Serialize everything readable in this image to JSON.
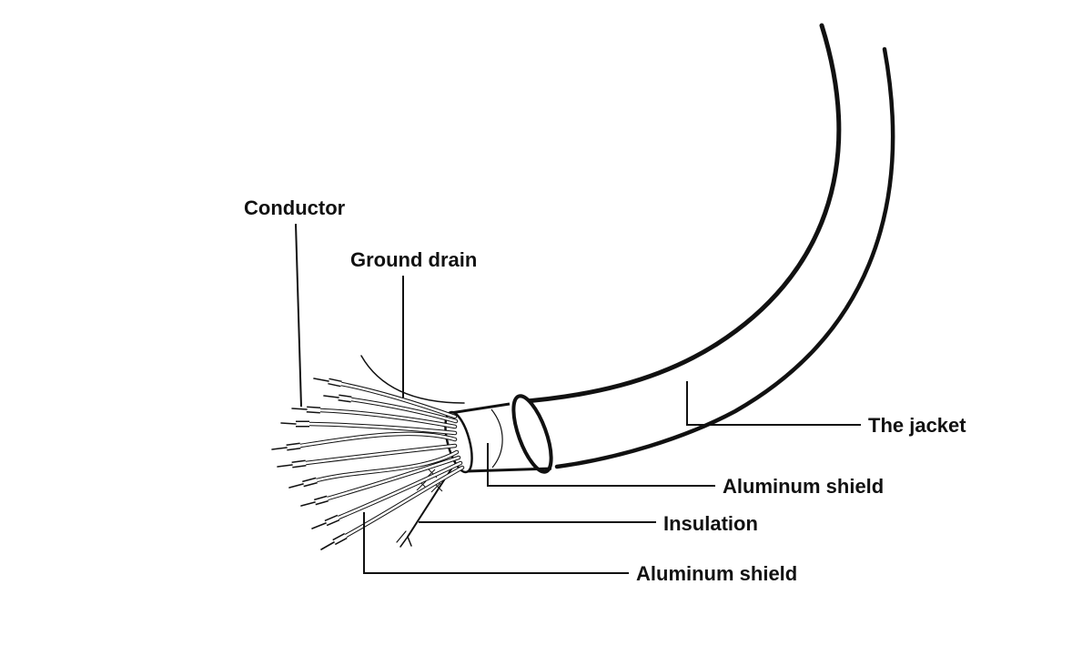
{
  "diagram": {
    "type": "technical-illustration",
    "subject": "shielded multi-conductor cable cutaway",
    "colors": {
      "ink": "#111111",
      "background": "#ffffff"
    },
    "labels": {
      "conductor": "Conductor",
      "ground_drain": "Ground drain",
      "the_jacket": "The jacket",
      "aluminum_shield_top": "Aluminum shield",
      "insulation": "Insulation",
      "aluminum_shield_bottom": "Aluminum shield"
    }
  }
}
